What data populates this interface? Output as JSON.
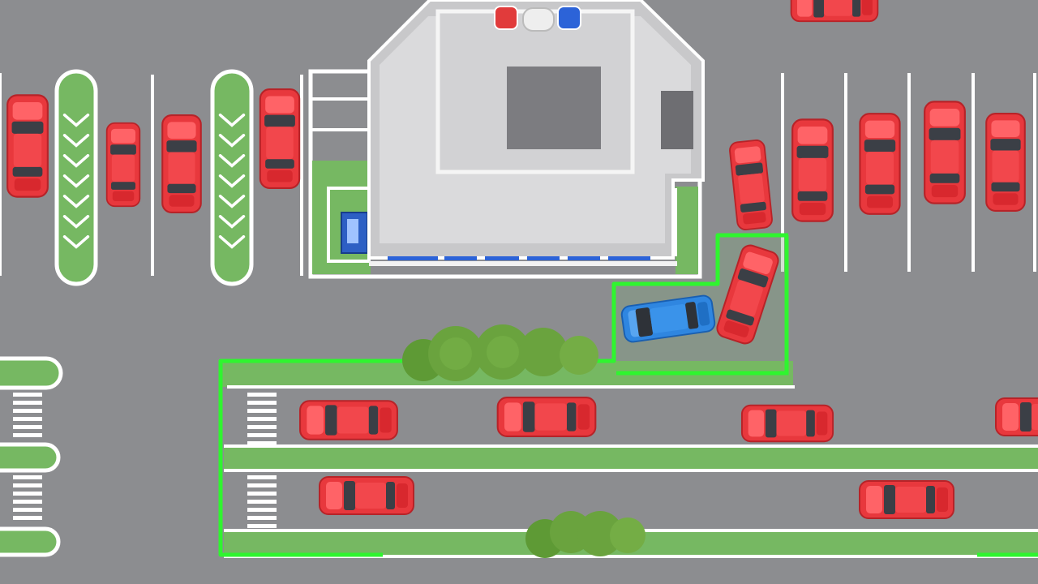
{
  "colors": {
    "asphalt": "#8c8d90",
    "lines": "#ffffff",
    "grass": "#76b862",
    "grass_dark": "#5fa24c",
    "building_roof": "#d9d9d9",
    "building_wall": "#c6c6c6",
    "red_car": "#e8383d",
    "player_car": "#2f86e0",
    "highlight_path": "#2ff52f",
    "bush": "#6aa33e"
  },
  "entities": {
    "player_car": {
      "color": "blue",
      "heading": "east"
    },
    "blocking_car": {
      "color": "red",
      "heading": "south-west"
    },
    "parked_cars": {
      "color": "red"
    },
    "exit_route": {
      "shown": true,
      "color": "green"
    }
  }
}
